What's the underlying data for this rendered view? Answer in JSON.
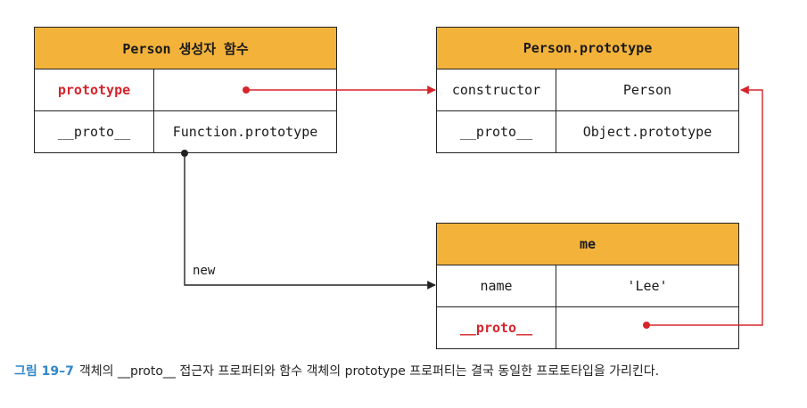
{
  "constructor_box": {
    "title": "Person 생성자 함수",
    "rows": [
      {
        "key": "prototype",
        "value": ""
      },
      {
        "key": "__proto__",
        "value": "Function.prototype"
      }
    ]
  },
  "prototype_box": {
    "title": "Person.prototype",
    "rows": [
      {
        "key": "constructor",
        "value": "Person"
      },
      {
        "key": "__proto__",
        "value": "Object.prototype"
      }
    ]
  },
  "instance_box": {
    "title": "me",
    "rows": [
      {
        "key": "name",
        "value": "'Lee'"
      },
      {
        "key": "__proto__",
        "value": ""
      }
    ]
  },
  "edge_labels": {
    "new": "new"
  },
  "caption": {
    "label": "그림 19–7",
    "text": "객체의 __proto__ 접근자 프로퍼티와 함수 객체의 prototype 프로퍼티는 결국 동일한 프로토타입을 가리킨다."
  },
  "colors": {
    "header": "#f3b23a",
    "arrow_red": "#d6242b",
    "line_black": "#222222",
    "caption_label": "#2f86c9"
  }
}
